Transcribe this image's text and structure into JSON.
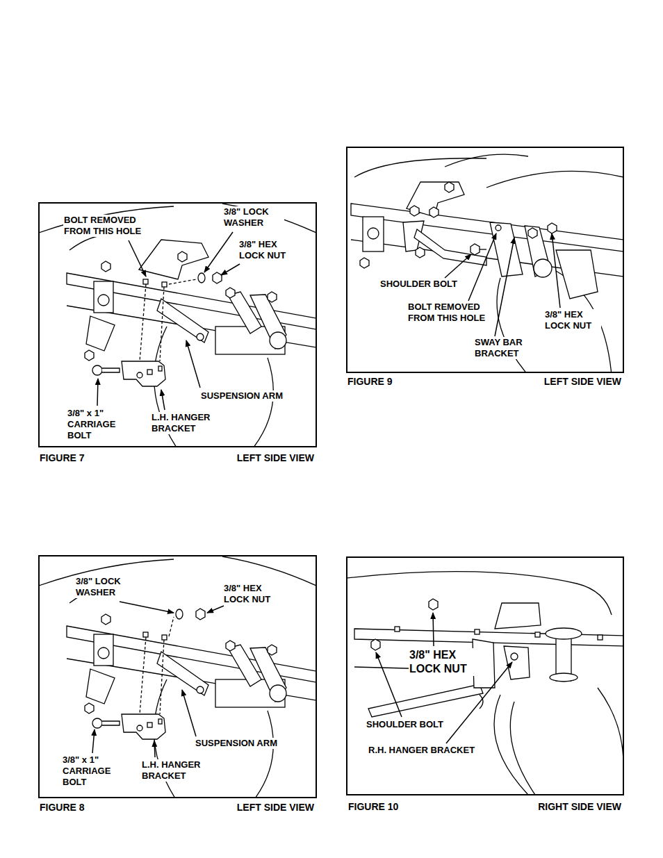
{
  "diagram": {
    "labels": [
      "BOLT REMOVED FROM THIS HOLE",
      "3/8\" LOCK WASHER",
      "3/8\" HEX LOCK NUT",
      "SUSPENSION ARM",
      "3/8\" x 1\" CARRIAGE BOLT",
      "L.H. HANGER BRACKET",
      "FIGURE 7",
      "LEFT SIDE VIEW",
      "SHOULDER BOLT",
      "BOLT REMOVED FROM THIS HOLE",
      "SWAY BAR BRACKET",
      "3/8\" HEX LOCK NUT",
      "FIGURE 9",
      "LEFT SIDE VIEW",
      "3/8\" LOCK WASHER",
      "3/8\" HEX LOCK NUT",
      "SUSPENSION ARM",
      "3/8\" x 1\" CARRIAGE BOLT",
      "L.H. HANGER BRACKET",
      "FIGURE 8",
      "LEFT SIDE VIEW",
      "3/8\" HEX LOCK NUT",
      "SHOULDER BOLT",
      "R.H. HANGER BRACKET",
      "FIGURE 10",
      "RIGHT SIDE VIEW"
    ]
  }
}
